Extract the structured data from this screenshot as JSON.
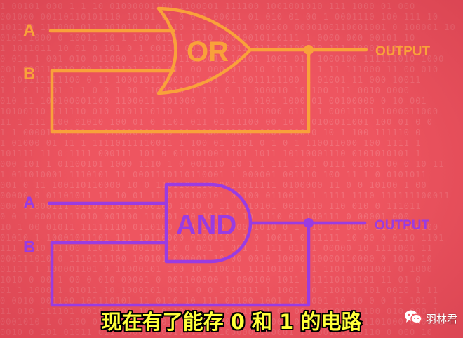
{
  "or_circuit": {
    "input_a": "A",
    "input_b": "B",
    "gate_label": "OR",
    "output_label": "OUTPUT",
    "color": "#f9a13a"
  },
  "and_circuit": {
    "input_a": "A",
    "input_b": "B",
    "gate_label": "AND",
    "output_label": "OUTPUT",
    "color": "#9a3be2"
  },
  "caption": "现在有了能存 0 和 1 的电路",
  "watermark": {
    "text": "羽林君",
    "icon": "wechat-icon"
  },
  "background": {
    "color": "#ee5560",
    "pattern": "binary-digits"
  }
}
